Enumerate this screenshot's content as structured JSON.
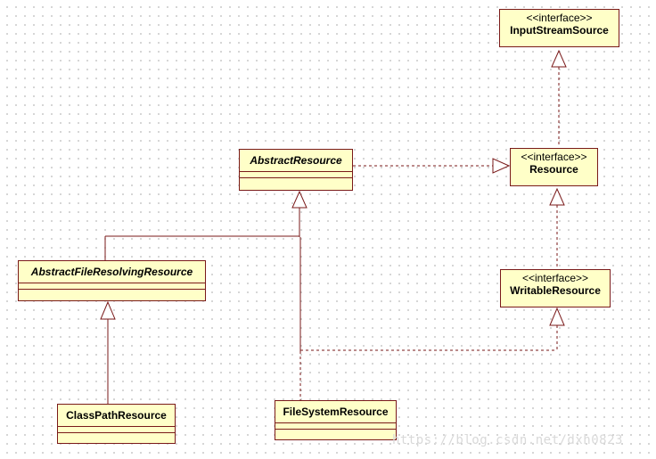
{
  "diagram": {
    "stereotype_interface": "<<interface>>",
    "classes": {
      "input_stream_source": {
        "name": "InputStreamSource",
        "kind": "interface"
      },
      "resource": {
        "name": "Resource",
        "kind": "interface"
      },
      "writable_resource": {
        "name": "WritableResource",
        "kind": "interface"
      },
      "abstract_resource": {
        "name": "AbstractResource",
        "kind": "abstract"
      },
      "abstract_file_resolving_resource": {
        "name": "AbstractFileResolvingResource",
        "kind": "abstract"
      },
      "class_path_resource": {
        "name": "ClassPathResource",
        "kind": "class"
      },
      "file_system_resource": {
        "name": "FileSystemResource",
        "kind": "class"
      }
    },
    "relations": [
      {
        "from": "Resource",
        "to": "InputStreamSource",
        "type": "realization"
      },
      {
        "from": "AbstractResource",
        "to": "Resource",
        "type": "realization"
      },
      {
        "from": "WritableResource",
        "to": "Resource",
        "type": "realization"
      },
      {
        "from": "AbstractFileResolvingResource",
        "to": "AbstractResource",
        "type": "generalization"
      },
      {
        "from": "FileSystemResource",
        "to": "AbstractResource",
        "type": "generalization"
      },
      {
        "from": "ClassPathResource",
        "to": "AbstractFileResolvingResource",
        "type": "generalization"
      },
      {
        "from": "FileSystemResource",
        "to": "WritableResource",
        "type": "realization"
      }
    ],
    "colors": {
      "box_fill": "#ffffc8",
      "border": "#7a1a1a",
      "line": "#7a1a1a"
    }
  },
  "watermark": "https://blog.csdn.net/dxh0823"
}
